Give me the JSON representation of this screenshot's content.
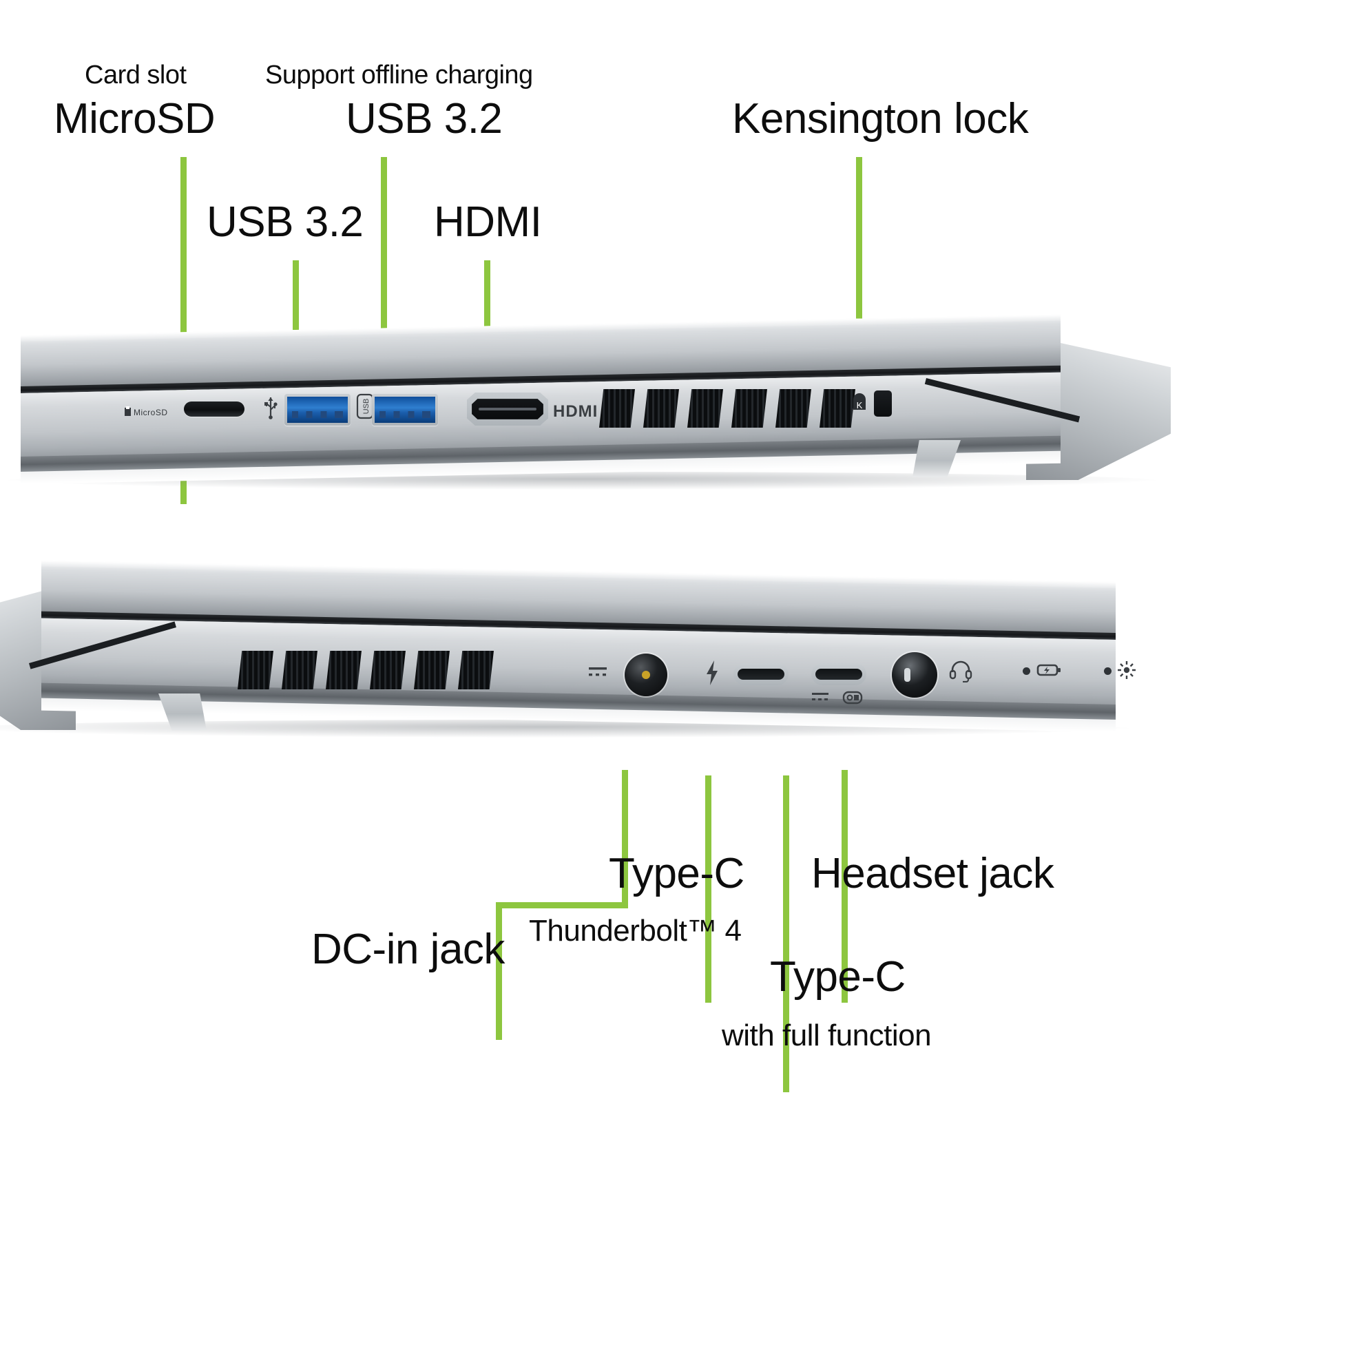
{
  "diagram": {
    "title": "Laptop port layout annotated diagram",
    "accent_color": "#8DC63F",
    "chassis_color": "#c2c6ca",
    "usb_port_color": "#1b5fae"
  },
  "views": [
    {
      "id": "left-side-view",
      "name": "Left side ports",
      "callouts": [
        {
          "id": "microsd",
          "sub_label": "Card slot",
          "label": "MicroSD"
        },
        {
          "id": "usb32-a",
          "sub_label": "",
          "label": "USB 3.2"
        },
        {
          "id": "usb32-b",
          "sub_label": "Support offline charging",
          "label": "USB 3.2"
        },
        {
          "id": "hdmi",
          "sub_label": "",
          "label": "HDMI"
        },
        {
          "id": "kensington",
          "sub_label": "",
          "label": "Kensington lock"
        }
      ],
      "port_silkscreen": [
        {
          "id": "microsd-silk",
          "text": "MicroSD"
        },
        {
          "id": "usb-silk",
          "text": "USB"
        },
        {
          "id": "hdmi-silk",
          "text": "HDMI"
        },
        {
          "id": "k-silk",
          "text": "K"
        }
      ],
      "vent_count": 6
    },
    {
      "id": "right-side-view",
      "name": "Right side ports",
      "callouts": [
        {
          "id": "dc-in",
          "sub_label": "",
          "label": "DC-in jack"
        },
        {
          "id": "thunderbolt",
          "sub_label": "Thunderbolt™ 4",
          "label": "Type-C"
        },
        {
          "id": "typec-full",
          "sub_label": "with full function",
          "label": "Type-C"
        },
        {
          "id": "headset",
          "sub_label": "",
          "label": "Headset jack"
        }
      ],
      "indicators": [
        {
          "id": "battery-indicator",
          "name": "battery-charge-led"
        },
        {
          "id": "power-indicator",
          "name": "power-led"
        }
      ],
      "vent_count": 6
    }
  ],
  "labels": {
    "card_slot": "Card slot",
    "microsd": "MicroSD",
    "usb32_left": "USB 3.2",
    "support_offline_charging": "Support offline charging",
    "usb32_right": "USB 3.2",
    "hdmi": "HDMI",
    "kensington_lock": "Kensington lock",
    "dc_in_jack": "DC-in jack",
    "thunderbolt4": "Thunderbolt™ 4",
    "type_c_tb": "Type-C",
    "type_c_full": "Type-C",
    "with_full_function": "with full function",
    "headset_jack": "Headset jack"
  },
  "silkscreen": {
    "microsd": "MicroSD",
    "usb": "USB",
    "hdmi": "HDMI",
    "kensington": "K"
  }
}
